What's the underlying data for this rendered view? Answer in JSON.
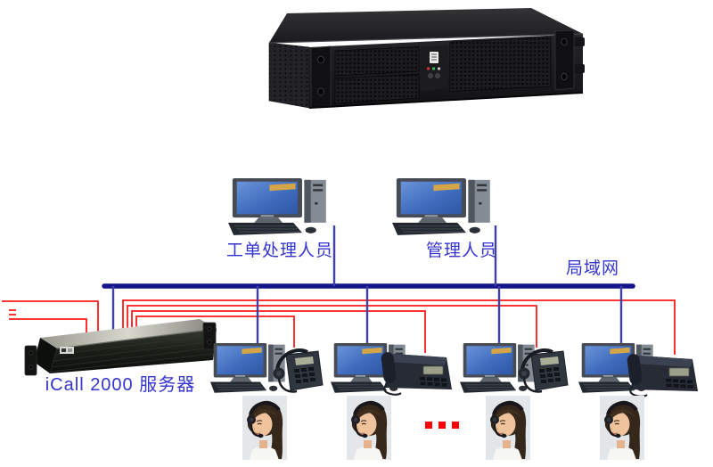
{
  "labels": {
    "upper_left_station": "工单处理人员",
    "upper_right_station": "管理人员",
    "lan": "局域网",
    "server_caption": "iCall 2000 服务器",
    "ellipsis": "..."
  },
  "colors": {
    "lan_backbone_line": "#15158B",
    "computer_drop_line": "#4040A8",
    "phone_line_red": "#FF1A1A",
    "label_text_blue": "#3434CF",
    "ellipsis_dots": "#FF0000"
  },
  "topology": {
    "backbone": {
      "id": "lan",
      "label_key": "labels.lan",
      "style": "thick navy horizontal bus"
    },
    "nodes": [
      {
        "id": "chassis-photo",
        "type": "rack-server-chassis-photo",
        "position": "top-center"
      },
      {
        "id": "icall-server",
        "type": "rack-server-photo",
        "caption_key": "labels.server_caption",
        "links": [
          "lan",
          "external-trunk-lines-left",
          "phone-lines-to-4-phones"
        ]
      },
      {
        "id": "upper-station-1",
        "type": "desktop-computer",
        "label_key": "labels.upper_left_station",
        "links": [
          "lan"
        ]
      },
      {
        "id": "upper-station-2",
        "type": "desktop-computer",
        "label_key": "labels.upper_right_station",
        "links": [
          "lan"
        ]
      },
      {
        "id": "workstation-1",
        "type": "agent-workstation",
        "devices": [
          "desktop-computer",
          "headset-phone",
          "operator-photo"
        ],
        "links": [
          "lan",
          "icall-server"
        ]
      },
      {
        "id": "workstation-2",
        "type": "agent-workstation",
        "devices": [
          "desktop-computer",
          "desk-phone",
          "operator-photo"
        ],
        "links": [
          "lan",
          "icall-server"
        ]
      },
      {
        "id": "ellipsis-dots",
        "type": "red-dots",
        "text_key": "labels.ellipsis"
      },
      {
        "id": "workstation-3",
        "type": "agent-workstation",
        "devices": [
          "desktop-computer",
          "headset-phone",
          "operator-photo"
        ],
        "links": [
          "lan",
          "icall-server"
        ]
      },
      {
        "id": "workstation-4",
        "type": "agent-workstation",
        "devices": [
          "desktop-computer",
          "desk-phone",
          "operator-photo"
        ],
        "links": [
          "lan",
          "icall-server"
        ]
      }
    ]
  }
}
